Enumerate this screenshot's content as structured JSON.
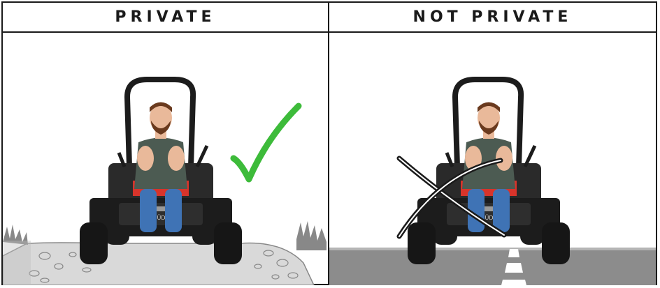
{
  "panels": [
    {
      "title": "PRIVATE",
      "status": "allowed",
      "status_icon": "check-icon",
      "status_color": "#3dbb3a",
      "ground": "gravel-path"
    },
    {
      "title": "NOT PRIVATE",
      "status": "not-allowed",
      "status_icon": "cross-icon",
      "status_color": "#1a1a1a",
      "ground": "public-road"
    }
  ],
  "mower": {
    "brand": "GÜDE",
    "accent_color": "#d8342b",
    "body_color": "#1c1c1c"
  },
  "colors": {
    "shirt": "#4c5b52",
    "jeans": "#3f73b5",
    "skin": "#e9b99a",
    "hair": "#6a3a1e",
    "gravel": "#d8d8d8",
    "road": "#8c8c8c",
    "grass": "#777777"
  }
}
